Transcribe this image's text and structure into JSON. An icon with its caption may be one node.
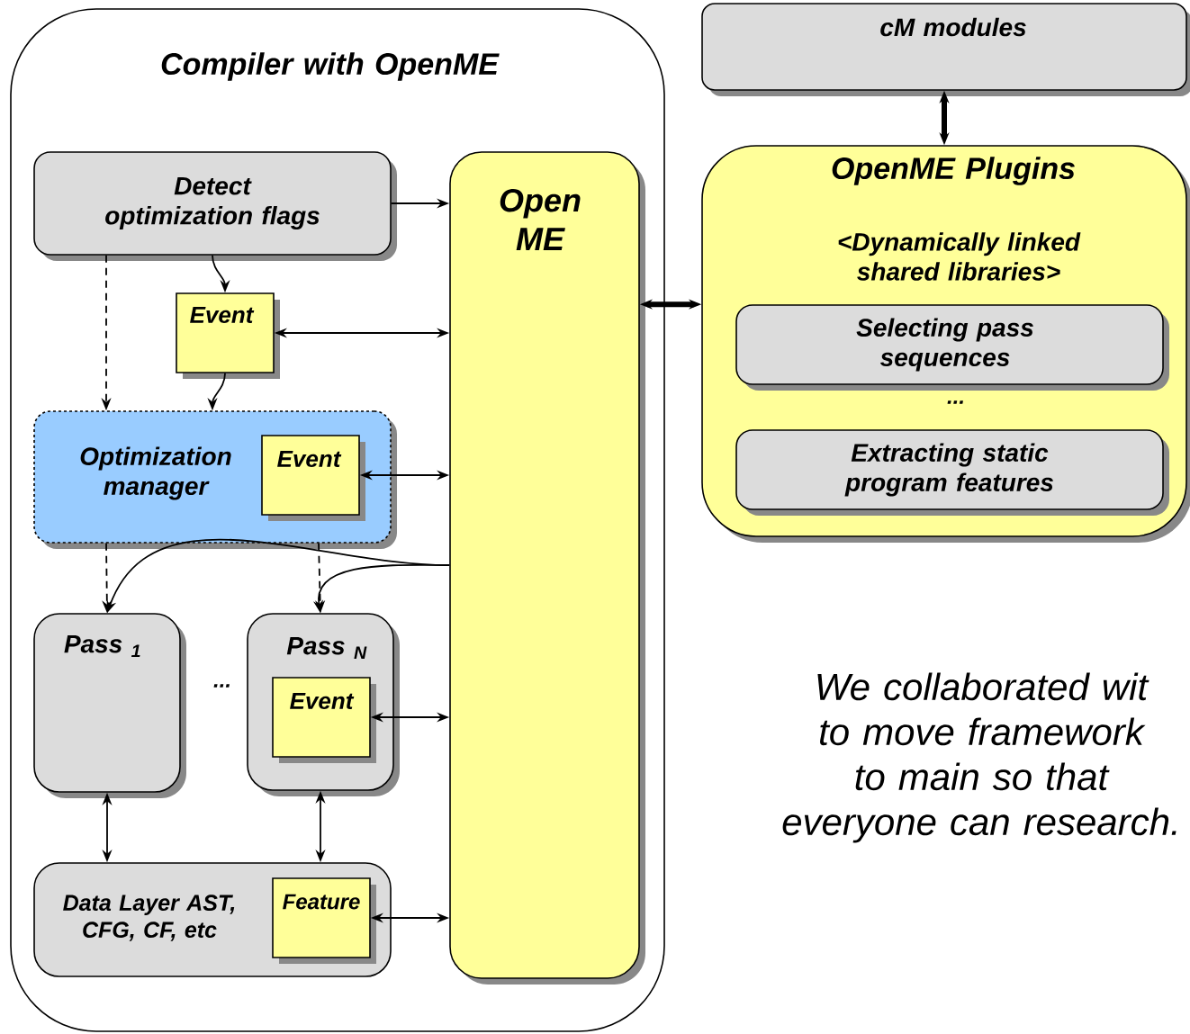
{
  "diagram": {
    "nodes": [
      {
        "text": [
          "Compiler with OpenME"
        ]
      },
      {
        "text": [
          "Detect optimization flags"
        ],
        "in": 0
      },
      {
        "text": [
          "Event"
        ],
        "in": 0
      },
      {
        "text": [
          "Open ME"
        ],
        "in": 0
      },
      {
        "text": [
          "Optimization manager"
        ],
        "in": 0
      },
      {
        "text": [
          "Event"
        ],
        "in": 4
      },
      {
        "text": [
          "Pass $_{1}$"
        ],
        "in": 0
      },
      {
        "text": [
          "Pass $_{N}$"
        ],
        "in": 0
      },
      {
        "text": [
          "Event"
        ],
        "in": 7
      },
      {
        "text": [
          "Data Layer AST, CFG, CF, etc"
        ],
        "in": 0
      },
      {
        "text": [
          "Feature"
        ],
        "in": 9
      },
      {
        "text": [
          "cM modules"
        ]
      },
      {
        "text": [
          "OpenME Plugins",
          "<Dynamically linked shared libraries>"
        ]
      },
      {
        "text": [
          "Selecting pass sequences"
        ],
        "in": 12
      },
      {
        "text": [
          "Extracting static program features"
        ],
        "in": 12
      }
    ],
    "edges": [
      {
        "from": 1,
        "to": 3,
        "arrow": "to"
      },
      {
        "from": 1,
        "to": 2,
        "arrow": "to"
      },
      {
        "from": 2,
        "to": 3,
        "arrow": "both"
      },
      {
        "from": 1,
        "to": 4,
        "arrow": "to",
        "style": "dashed"
      },
      {
        "from": 2,
        "to": 4,
        "arrow": "to"
      },
      {
        "from": 5,
        "to": 3,
        "arrow": "both"
      },
      {
        "from": 4,
        "to": 6,
        "arrow": "to",
        "style": "dashed"
      },
      {
        "from": 4,
        "to": 7,
        "arrow": "to",
        "style": "dashed"
      },
      {
        "from": 3,
        "to": 6,
        "arrow": "to"
      },
      {
        "from": 3,
        "to": 7,
        "arrow": "to"
      },
      {
        "from": 8,
        "to": 3,
        "arrow": "both"
      },
      {
        "from": 6,
        "to": 9,
        "arrow": "both"
      },
      {
        "from": 7,
        "to": 9,
        "arrow": "both"
      },
      {
        "from": 10,
        "to": 3,
        "arrow": "both"
      },
      {
        "from": 11,
        "to": 12,
        "arrow": "both",
        "style": "thick"
      },
      {
        "from": 3,
        "to": 12,
        "arrow": "both",
        "style": "thick"
      }
    ],
    "labels": [
      "...",
      "...",
      "We collaborated wit to move framework to main so that everyone can research."
    ]
  }
}
